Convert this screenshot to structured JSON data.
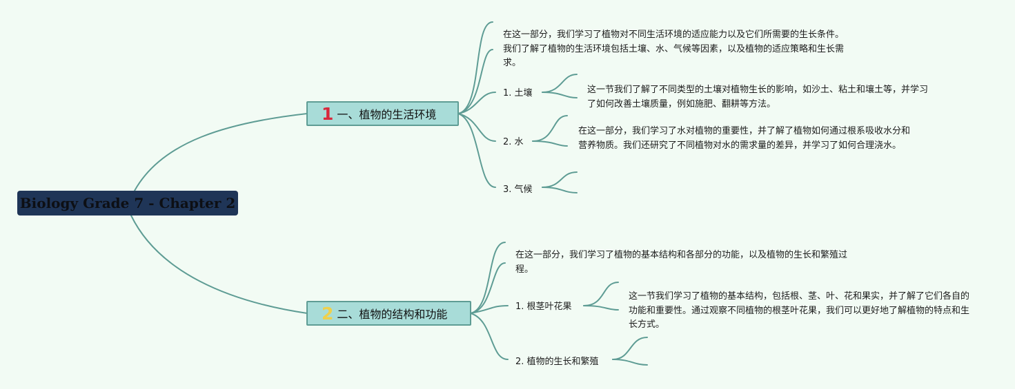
{
  "root": {
    "title": "Biology Grade 7 - Chapter 2"
  },
  "colors": {
    "background": "#f2fbf4",
    "root_fill": "#1f3557",
    "branch_fill": "#a8dcd8",
    "connector": "#5e9c94",
    "num1": "#d8283c",
    "num2": "#efd04c"
  },
  "branches": [
    {
      "number": "1",
      "label": "一、植物的生活环境",
      "summary": "在这一部分，我们学习了植物对不同生活环境的适应能力以及它们所需要的生长条件。我们了解了植物的生活环境包括土壤、水、气候等因素，以及植物的适应策略和生长需求。",
      "topics": [
        {
          "label": "1. 土壤",
          "detail": "这一节我们了解了不同类型的土壤对植物生长的影响，如沙土、粘土和壤土等，并学习了如何改善土壤质量，例如施肥、翻耕等方法。"
        },
        {
          "label": "2. 水",
          "detail": "在这一部分，我们学习了水对植物的重要性，并了解了植物如何通过根系吸收水分和营养物质。我们还研究了不同植物对水的需求量的差异，并学习了如何合理浇水。"
        },
        {
          "label": "3. 气候",
          "detail": ""
        }
      ]
    },
    {
      "number": "2",
      "label": "二、植物的结构和功能",
      "summary": "在这一部分，我们学习了植物的基本结构和各部分的功能，以及植物的生长和繁殖过程。",
      "topics": [
        {
          "label": "1. 根茎叶花果",
          "detail": "这一节我们学习了植物的基本结构，包括根、茎、叶、花和果实，并了解了它们各自的功能和重要性。通过观察不同植物的根茎叶花果，我们可以更好地了解植物的特点和生长方式。"
        },
        {
          "label": "2. 植物的生长和繁殖",
          "detail": ""
        }
      ]
    }
  ]
}
